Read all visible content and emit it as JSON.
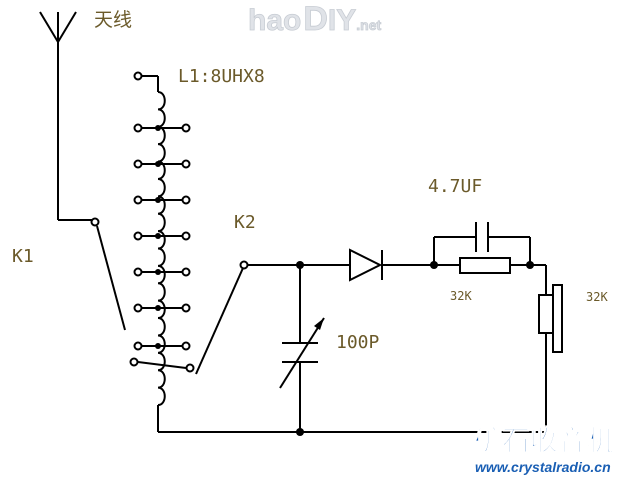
{
  "labels": {
    "antenna": "天线",
    "coil": "L1:8UHX8",
    "switch1": "K1",
    "switch2": "K2",
    "capacitor": "4.7UF",
    "resistor": "32K",
    "earphone": "32K",
    "varcap": "100P"
  },
  "watermark": {
    "brand_hao": "hao",
    "brand_d": "D",
    "brand_iy": "IY",
    "brand_net": ".net",
    "site_cn": "矿石收音机",
    "site_url": "www.crystalradio.cn"
  },
  "colors": {
    "label_text": "#6b5a2a",
    "wire": "#000000",
    "watermark_blue": "#1a5fb4"
  }
}
